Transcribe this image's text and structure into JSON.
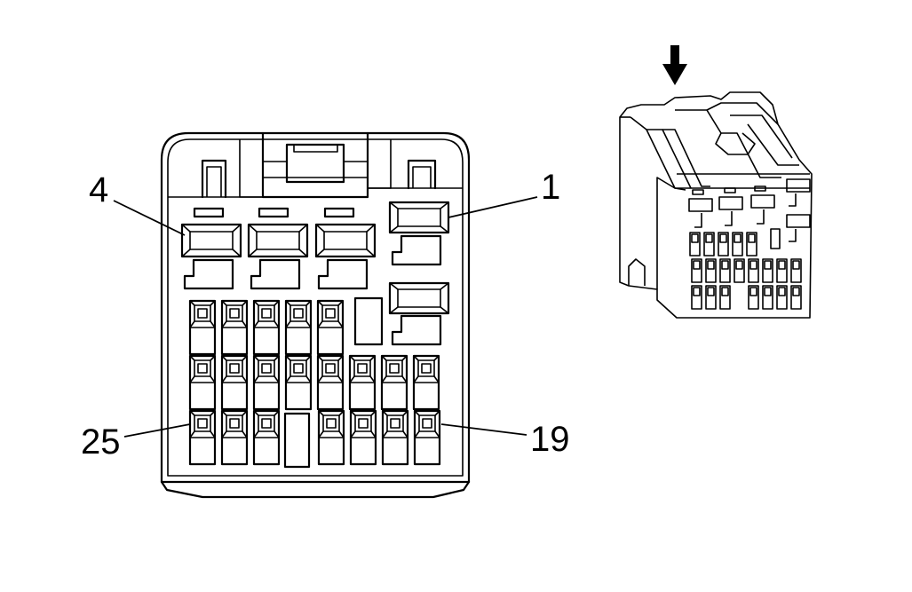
{
  "face_view": {
    "pin_labels": {
      "top_left": "4",
      "top_right": "1",
      "bottom_left": "25",
      "bottom_right": "19"
    }
  },
  "iso_view": {
    "view_direction_icon": "arrow-down-icon"
  }
}
